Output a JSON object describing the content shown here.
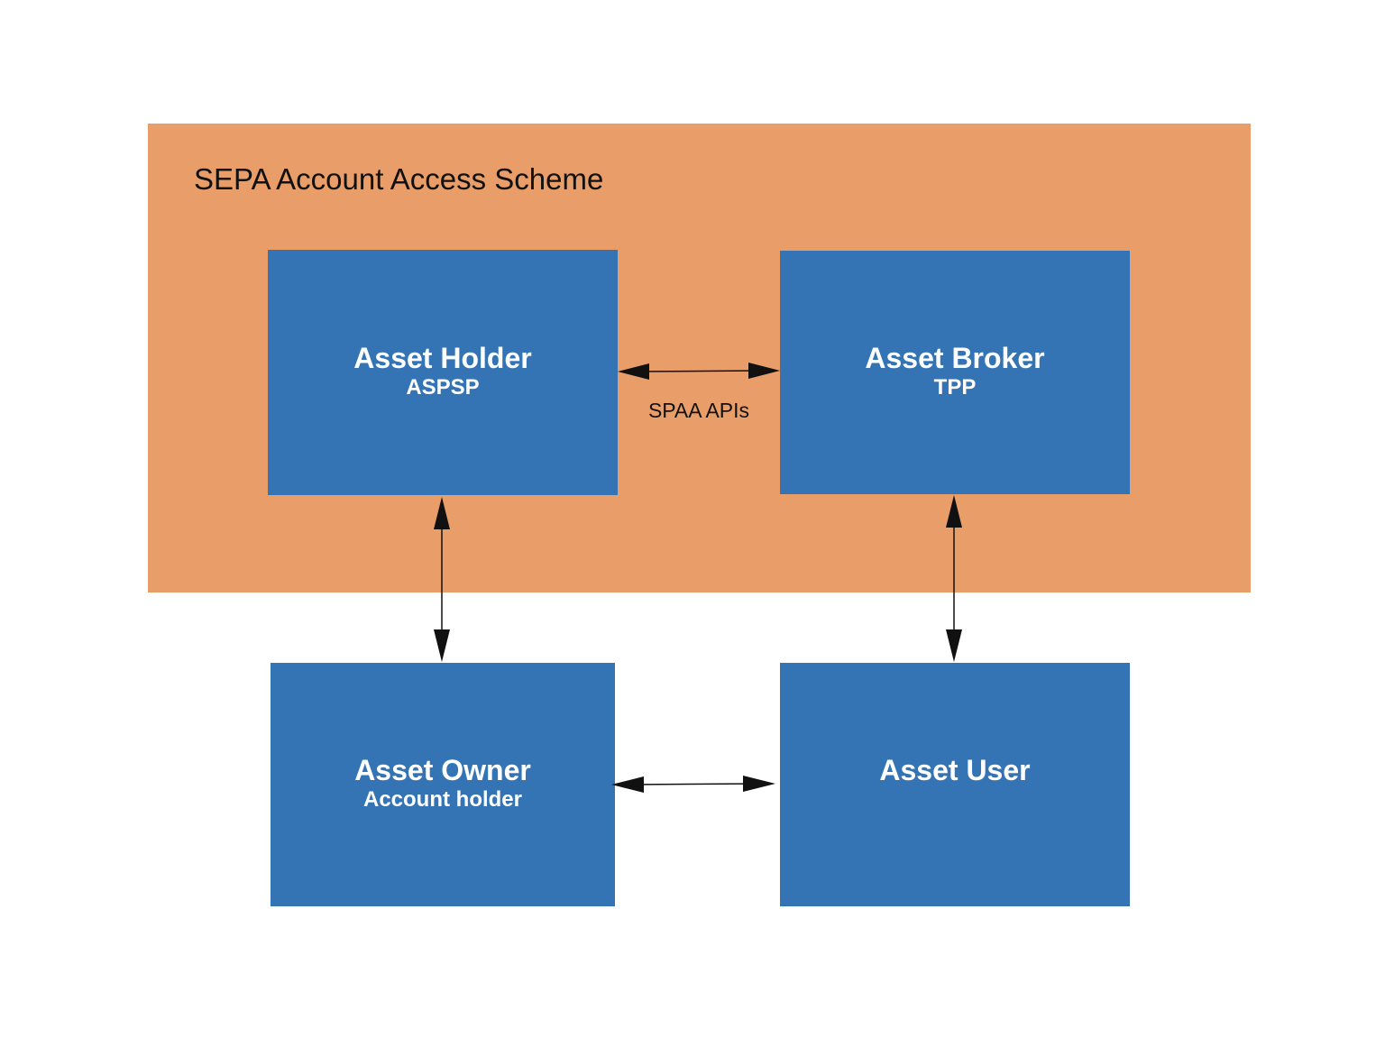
{
  "scheme": {
    "title": "SEPA Account Access Scheme",
    "color": "#e99e69"
  },
  "box_color": "#3474b5",
  "nodes": {
    "asset_holder": {
      "title": "Asset Holder",
      "subtitle": "ASPSP"
    },
    "asset_broker": {
      "title": "Asset Broker",
      "subtitle": "TPP"
    },
    "asset_owner": {
      "title": "Asset Owner",
      "subtitle": "Account holder"
    },
    "asset_user": {
      "title": "Asset User"
    }
  },
  "connectors": {
    "holder_broker_label": "SPAA APIs"
  }
}
